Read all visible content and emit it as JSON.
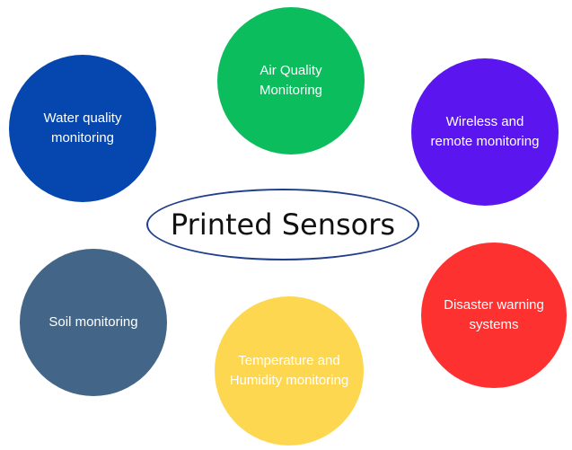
{
  "center": {
    "label": "Printed Sensors",
    "border_color": "#1f3f8c"
  },
  "nodes": [
    {
      "id": "air",
      "label": "Air Quality Monitoring",
      "color": "#0bbd5d"
    },
    {
      "id": "wireless",
      "label": "Wireless and remote monitoring",
      "color": "#5b16ef"
    },
    {
      "id": "disaster",
      "label": "Disaster warning systems",
      "color": "#fe3131"
    },
    {
      "id": "temp",
      "label": "Temperature and Humidity monitoring",
      "color": "#fed750"
    },
    {
      "id": "soil",
      "label": "Soil monitoring",
      "color": "#436587"
    },
    {
      "id": "water",
      "label": "Water quality monitoring",
      "color": "#0547ae"
    }
  ]
}
